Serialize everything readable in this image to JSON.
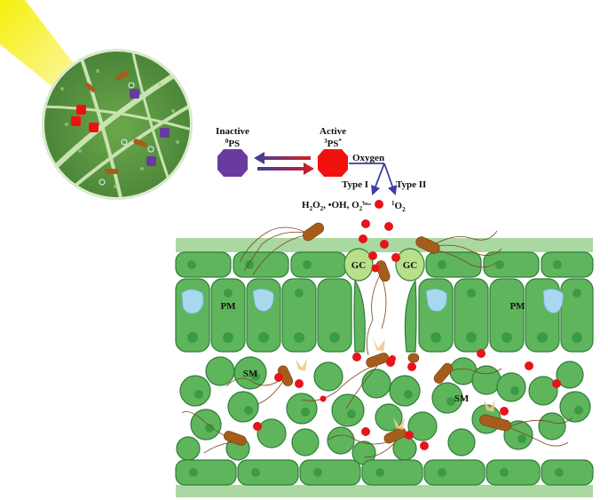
{
  "labels": {
    "inactive_title": "Inactive",
    "inactive_state_sup": "0",
    "inactive_state": "PS",
    "active_title": "Active",
    "active_state_sup": "3",
    "active_state": "PS",
    "active_state_star": "*",
    "oxygen": "Oxygen",
    "type1": "Type I",
    "type2": "Type II",
    "ros1_h2o2": "H",
    "ros1_sub2a": "2",
    "ros1_o": "O",
    "ros1_sub2b": "2",
    "ros1_rest": ", •OH, O",
    "ros1_sub2c": "2",
    "ros1_minus": "•–",
    "singlet_sup": "1",
    "singlet_o": "O",
    "singlet_sub": "2",
    "gc": "GC",
    "pm": "PM",
    "sm": "SM"
  },
  "colors": {
    "inactive_ps": "#6a3a9e",
    "active_ps": "#f11010",
    "ros_dot": "#e8141a",
    "cell_fill": "#5fb55b",
    "cell_stroke": "#2f7d3a",
    "nucleus": "#3b9a45",
    "guard_cell": "#b6e08a",
    "cuticle": "#a9d8a0",
    "vacuole": "#a8d8f0",
    "bacterium": "#a65d1b",
    "flagella": "#7a4418",
    "arrow_blue": "#3d3fa0",
    "arrow_red": "#d42020",
    "light_beam": "#f7f000"
  }
}
